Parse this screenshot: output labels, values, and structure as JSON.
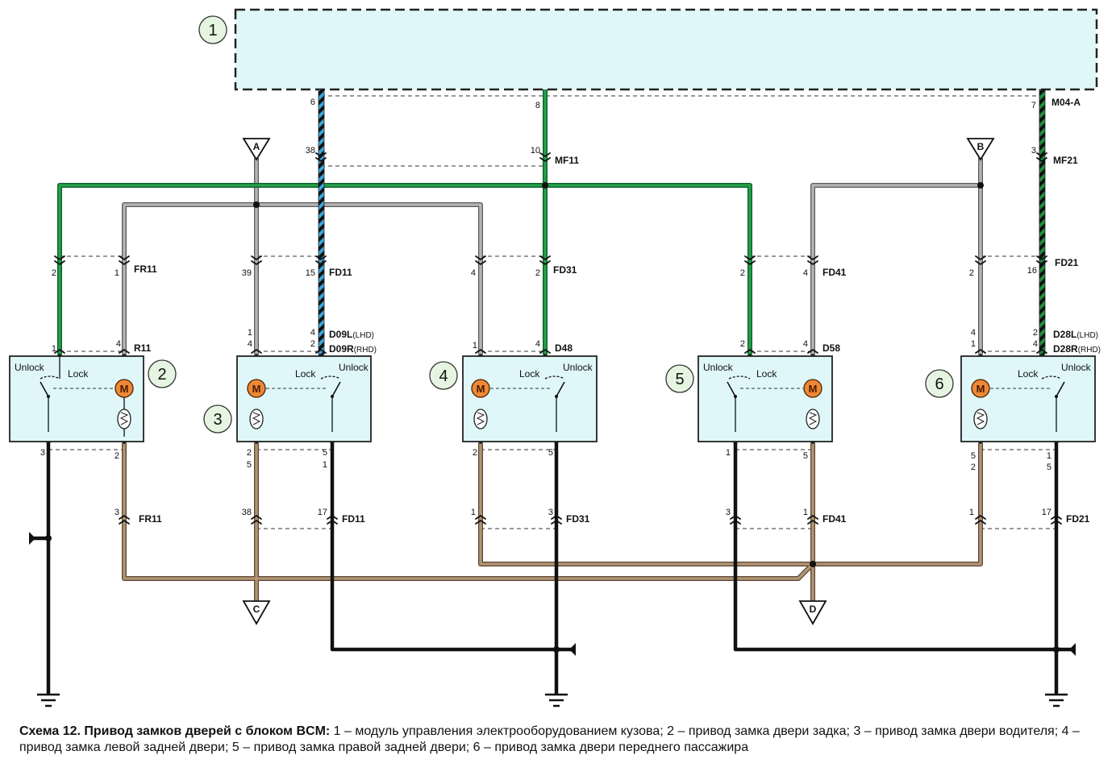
{
  "colors": {
    "module_fill": "#dff7f8",
    "wire_green": "#1e9140",
    "wire_gray": "#a0a0a0",
    "wire_brown": "#a08462",
    "wire_black": "#111111",
    "wire_blue": "#3aa6dd",
    "motor_fill": "#ee8836"
  },
  "callouts": {
    "bcm": "1",
    "driver_front": "2",
    "driver": "3",
    "rear_left": "4",
    "rear_right": "5",
    "passenger": "6"
  },
  "connectors": {
    "m04a": "M04-A",
    "mf11": "MF11",
    "mf21": "MF21",
    "fr11": "FR11",
    "fd11": "FD11",
    "fd31": "FD31",
    "fd41": "FD41",
    "fd21": "FD21",
    "r11": "R11",
    "d09l": "D09L",
    "d09r": "D09R",
    "lhd": "(LHD)",
    "rhd": "(RHD)",
    "d48": "D48",
    "d58": "D58",
    "d28l": "D28L",
    "d28r": "D28R",
    "fr11_b": "FR11",
    "fd11_b": "FD11",
    "fd31_b": "FD31",
    "fd41_b": "FD41",
    "fd21_b": "FD21"
  },
  "pins": {
    "bcm_6": "6",
    "bcm_8": "8",
    "bcm_7": "7",
    "mf11_38": "38",
    "mf11_10": "10",
    "mf21_3": "3",
    "fr11_2": "2",
    "fr11_1": "1",
    "fd11_39": "39",
    "fd11_15": "15",
    "fd31_4": "4",
    "fd31_2": "2",
    "fd41_2": "2",
    "fd41_4": "4",
    "fd21_2": "2",
    "fd21_16": "16",
    "r11_1": "1",
    "r11_4": "4",
    "d09_1": "1",
    "d09_4": "4",
    "d09_4b": "4",
    "d09_2": "2",
    "d48_1": "1",
    "d48_4": "4",
    "d58_2": "2",
    "d58_4": "4",
    "d28_4": "4",
    "d28_1": "1",
    "d28_2": "2",
    "d28_4b": "4",
    "r11_3": "3",
    "r11_2": "2",
    "d09_2b": "2",
    "d09_5": "5",
    "d09_5b": "5",
    "d09_1b": "1",
    "d48_2": "2",
    "d48_5": "5",
    "d58_1": "1",
    "d58_5": "5",
    "d28_5": "5",
    "d28_2b": "2",
    "d28_1b": "1",
    "d28_5b": "5",
    "fr11_3": "3",
    "fd11_38": "38",
    "fd11_17": "17",
    "fd31_1": "1",
    "fd31_3": "3",
    "fd41_3": "3",
    "fd41_1": "1",
    "fd21_1": "1",
    "fd21_17": "17"
  },
  "actuator": {
    "unlock": "Unlock",
    "lock": "Lock",
    "motor": "M"
  },
  "triangles": {
    "a": "A",
    "b": "B",
    "c": "C",
    "d": "D"
  },
  "caption": {
    "title": "Схема 12. Привод замков дверей с блоком BCM:",
    "text": " 1 – модуль управления электрооборудованием кузова; 2 – привод замка двери задка; 3 – привод замка двери водителя; 4 – привод замка левой задней двери; 5 – привод замка правой задней двери; 6 – привод замка двери переднего пассажира"
  }
}
